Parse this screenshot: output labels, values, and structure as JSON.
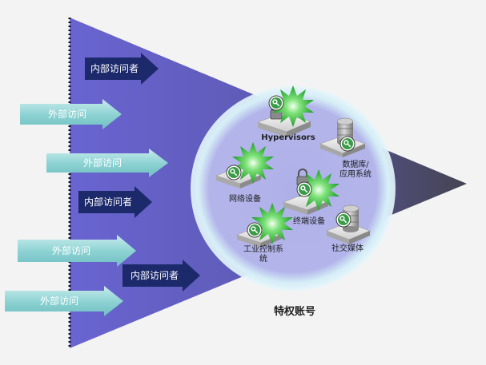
{
  "diagram": {
    "caption": "特权账号",
    "inner_arrows": [
      "内部访问者",
      "内部访问者",
      "内部访问者"
    ],
    "outer_arrows": [
      "外部访问",
      "外部访问",
      "外部访问",
      "外部访问"
    ],
    "nodes": {
      "hypervisors": "Hypervisors",
      "database": [
        "数据库/",
        "应用系统"
      ],
      "network": "网络设备",
      "terminal": "终端设备",
      "industrial": [
        "工业控制系",
        "统"
      ],
      "social": "社交媒体"
    },
    "colors": {
      "funnel_start": "#6b66cf",
      "funnel_end": "#4a4a55",
      "inner_arrow": "#1c2a6c",
      "outer_arrow": "#8fd2d3",
      "circle": "#b7b9ea",
      "burst": "#3dd43d"
    }
  }
}
